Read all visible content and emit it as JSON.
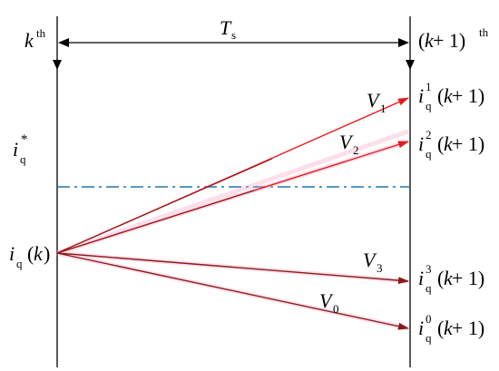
{
  "labels": {
    "k_start": {
      "base": "k",
      "sup": "th"
    },
    "k_end": {
      "pre": "(",
      "var": "k",
      "mid": " + 1)",
      "sup": "th"
    },
    "period": {
      "base": "T",
      "sub": "s"
    },
    "ref_current": {
      "base": "i",
      "sub": "q",
      "sup": "*"
    },
    "current_k": {
      "base": "i",
      "sub": "q",
      "arg": "(",
      "var": "k",
      "end": ")"
    }
  },
  "vectors": [
    {
      "id": "V1",
      "label_base": "V",
      "label_sub": "1",
      "result_sup": "1",
      "color": "#e8191d"
    },
    {
      "id": "V2",
      "label_base": "V",
      "label_sub": "2",
      "result_sup": "2",
      "color": "#e8191d"
    },
    {
      "id": "V3",
      "label_base": "V",
      "label_sub": "3",
      "result_sup": "3",
      "color": "#8b1a1a"
    },
    {
      "id": "V0",
      "label_base": "V",
      "label_sub": "0",
      "result_sup": "0",
      "color": "#8b1a1a"
    }
  ],
  "result_label": {
    "base": "i",
    "sub": "q",
    "arg_open": "(",
    "var": "k",
    "arg_rest": " + 1)"
  },
  "colors": {
    "reference_line": "#1f77b4",
    "axis": "#000000",
    "red_arrow": "#e8191d",
    "dark_arrow": "#8b1a1a"
  }
}
